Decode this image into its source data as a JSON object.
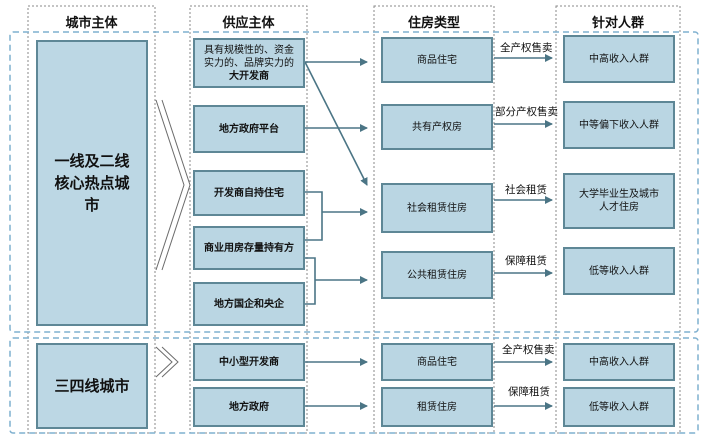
{
  "headers": {
    "city": "城市主体",
    "supply": "供应主体",
    "housing": "住房类型",
    "target": "针对人群"
  },
  "tier1": {
    "city": "一线及二线核心热点城市",
    "supply": [
      {
        "line1": "具有规模性的、资金",
        "line2": "实力的、品牌实力的",
        "bold": "大开发商"
      },
      {
        "text": "地方政府平台"
      },
      {
        "text": "开发商自持住宅"
      },
      {
        "text": "商业用房存量持有方"
      },
      {
        "text": "地方国企和央企"
      }
    ],
    "housing": [
      "商品住宅",
      "共有产权房",
      "社会租赁住房",
      "公共租赁住房"
    ],
    "labels": [
      "全产权售卖",
      "部分产权售卖",
      "社会租赁",
      "保障租赁"
    ],
    "target": [
      "中高收入人群",
      "中等偏下收入人群",
      "大学毕业生及城市人才住房",
      "低等收入人群"
    ]
  },
  "tier2": {
    "city": "三四线城市",
    "supply": [
      "中小型开发商",
      "地方政府"
    ],
    "housing": [
      "商品住宅",
      "租赁住房"
    ],
    "labels": [
      "全产权售卖",
      "保障租赁"
    ],
    "target": [
      "中高收入人群",
      "低等收入人群"
    ]
  },
  "colors": {
    "box_fill": "#bad6e3",
    "box_border": "#5e8796",
    "arrow": "#4b7585",
    "frame": "#7fb0cf"
  }
}
